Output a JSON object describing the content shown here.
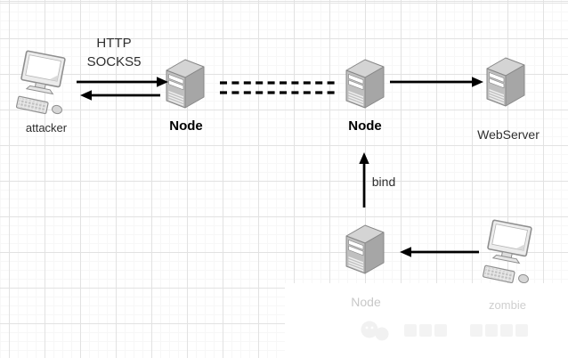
{
  "diagram": {
    "nodes": [
      {
        "id": "attacker",
        "label": "attacker",
        "icon": "computer-icon",
        "emphasis": "normal"
      },
      {
        "id": "entry-node",
        "label": "Node",
        "icon": "server-icon",
        "emphasis": "bold"
      },
      {
        "id": "exit-node",
        "label": "Node",
        "icon": "server-icon",
        "emphasis": "bold"
      },
      {
        "id": "webserver",
        "label": "WebServer",
        "icon": "server-icon",
        "emphasis": "normal"
      },
      {
        "id": "bind-node",
        "label": "Node",
        "icon": "server-icon",
        "emphasis": "faded"
      },
      {
        "id": "zombie",
        "label": "zombie",
        "icon": "computer-icon",
        "emphasis": "faded"
      }
    ],
    "edge_labels": {
      "http": "HTTP",
      "socks5": "SOCKS5",
      "bind": "bind"
    },
    "edges": [
      {
        "from": "attacker",
        "to": "entry-node",
        "style": "solid-arrow",
        "labels": [
          "HTTP",
          "SOCKS5"
        ]
      },
      {
        "from": "entry-node",
        "to": "attacker",
        "style": "solid-arrow"
      },
      {
        "from": "entry-node",
        "to": "exit-node",
        "style": "double-dashed-line"
      },
      {
        "from": "exit-node",
        "to": "webserver",
        "style": "solid-arrow"
      },
      {
        "from": "bind-node",
        "to": "exit-node",
        "style": "solid-arrow",
        "labels": [
          "bind"
        ]
      },
      {
        "from": "zombie",
        "to": "bind-node",
        "style": "solid-arrow"
      }
    ],
    "colors": {
      "arrow": "#000000",
      "label": "#2f2f2f",
      "bold_label": "#000000",
      "faded_label": "#c8c8c8",
      "grid_major": "#e2e2e2",
      "grid_minor": "#f7f7f7",
      "server_top": "#d4d4d4",
      "server_side": "#a6a6a6",
      "server_front": "#c0c0c0"
    }
  }
}
